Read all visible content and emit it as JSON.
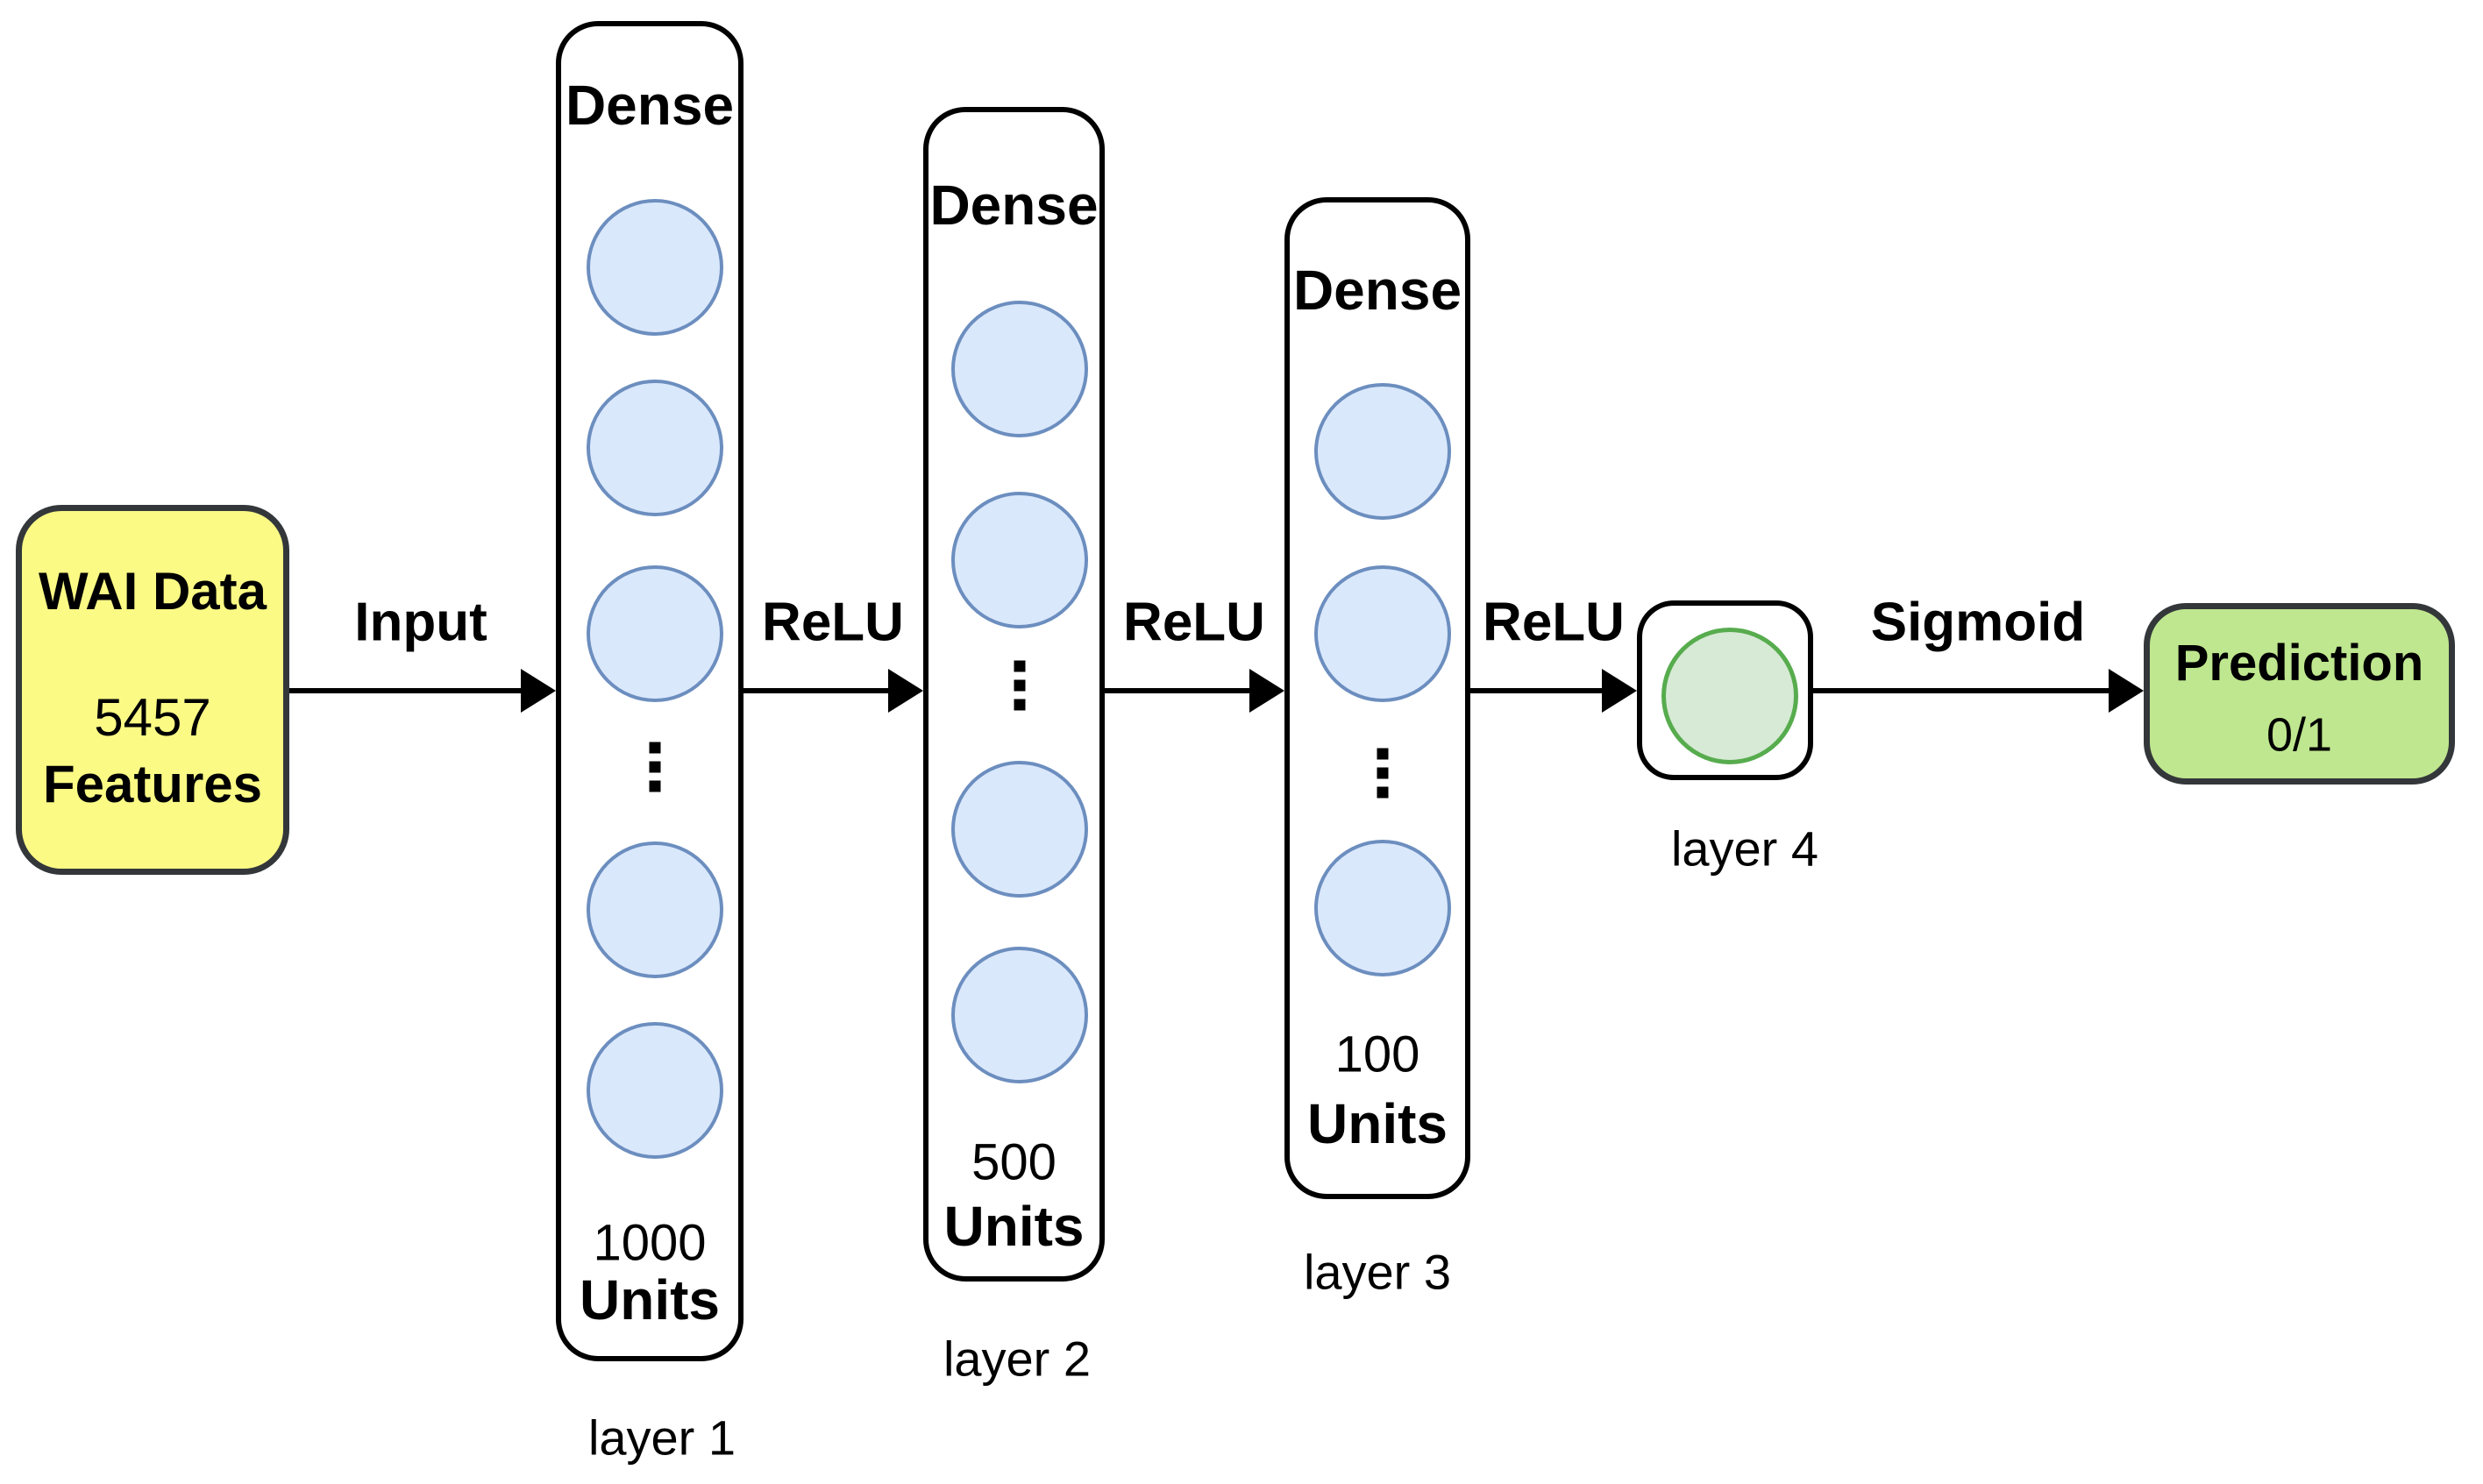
{
  "input_node": {
    "title": "WAI Data",
    "feature_count": "5457",
    "feature_label": "Features"
  },
  "connections": [
    {
      "label": "Input"
    },
    {
      "label": "ReLU"
    },
    {
      "label": "ReLU"
    },
    {
      "label": "ReLU"
    },
    {
      "label": "Sigmoid"
    }
  ],
  "layers": [
    {
      "op": "Dense",
      "units": "1000",
      "units_word": "Units",
      "caption": "layer 1",
      "neurons_visible": 5
    },
    {
      "op": "Dense",
      "units": "500",
      "units_word": "Units",
      "caption": "layer 2",
      "neurons_visible": 4
    },
    {
      "op": "Dense",
      "units": "100",
      "units_word": "Units",
      "caption": "layer 3",
      "neurons_visible": 3
    },
    {
      "caption": "layer 4",
      "neurons_visible": 1
    }
  ],
  "output_node": {
    "title": "Prediction",
    "value": "0/1"
  },
  "colors": {
    "input_fill": "#FAFA85",
    "input_border": "#33373A",
    "neuron_fill": "#DAE8FC",
    "neuron_border": "#6C8EBF",
    "output_neuron_fill": "#D7EAD5",
    "output_neuron_border": "#57AC4E",
    "output_fill": "#BFE78F",
    "output_border": "#33373A",
    "line_color": "#000000",
    "text_color": "#000000"
  }
}
